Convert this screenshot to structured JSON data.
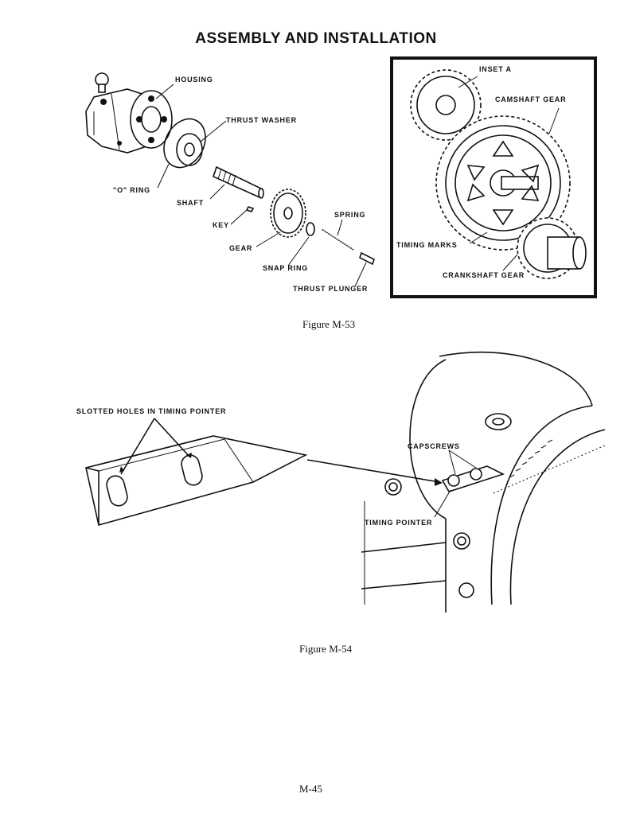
{
  "page": {
    "title": "ASSEMBLY AND INSTALLATION",
    "page_number": "M-45"
  },
  "figure_m53": {
    "caption": "Figure M-53",
    "labels": {
      "housing": "HOUSING",
      "thrust_washer": "THRUST WASHER",
      "o_ring": "\"O\" RING",
      "shaft": "SHAFT",
      "key": "KEY",
      "gear": "GEAR",
      "spring": "SPRING",
      "snap_ring": "SNAP RING",
      "thrust_plunger": "THRUST PLUNGER"
    },
    "inset": {
      "title": "INSET A",
      "camshaft_gear": "CAMSHAFT GEAR",
      "timing_marks": "TIMING MARKS",
      "crankshaft_gear": "CRANKSHAFT GEAR"
    }
  },
  "figure_m54": {
    "caption": "Figure M-54",
    "labels": {
      "slotted_holes": "SLOTTED HOLES IN TIMING POINTER",
      "capscrews": "CAPSCREWS",
      "timing_pointer": "TIMING POINTER"
    }
  }
}
